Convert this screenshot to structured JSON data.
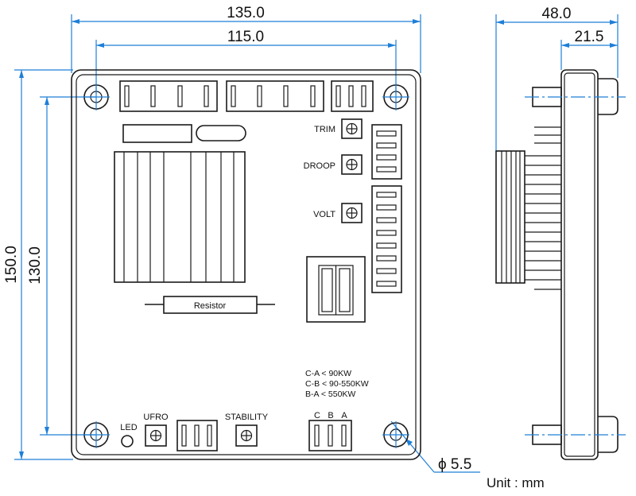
{
  "dimensions": {
    "width_overall": "135.0",
    "width_holes": "115.0",
    "height_overall": "150.0",
    "height_holes": "130.0",
    "depth_overall": "48.0",
    "depth_partial": "21.5",
    "hole_diameter": "ϕ 5.5"
  },
  "labels": {
    "trim": "TRIM",
    "droop": "DROOP",
    "volt": "VOLT",
    "resistor": "Resistor",
    "led": "LED",
    "ufro": "UFRO",
    "stability": "STABILITY",
    "terminal_c": "C",
    "terminal_b": "B",
    "terminal_a": "A"
  },
  "notes": [
    "C-A < 90KW",
    "C-B < 90-550KW",
    "B-A < 550KW"
  ],
  "unit": "Unit : mm"
}
